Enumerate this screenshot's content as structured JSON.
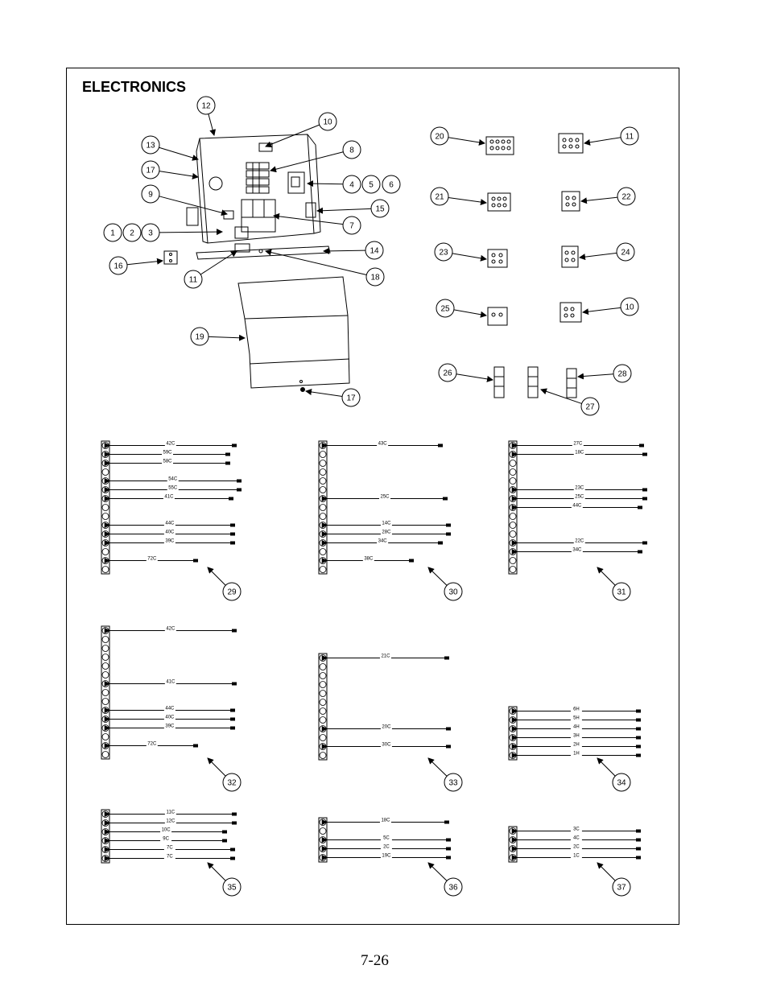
{
  "page": {
    "title": "ELECTRONICS",
    "page_number": "7-26"
  },
  "callouts": {
    "c12": "12",
    "c10a": "10",
    "c13": "13",
    "c8": "8",
    "c17a": "17",
    "c4": "4",
    "c5": "5",
    "c6": "6",
    "c9": "9",
    "c15": "15",
    "c7": "7",
    "c1": "1",
    "c2": "2",
    "c3": "3",
    "c14": "14",
    "c16": "16",
    "c11a": "11",
    "c18": "18",
    "c19": "19",
    "c17b": "17",
    "c20": "20",
    "c11b": "11",
    "c21": "21",
    "c22": "22",
    "c23": "23",
    "c24": "24",
    "c25": "25",
    "c10b": "10",
    "c26": "26",
    "c28": "28",
    "c27": "27"
  },
  "harnesses": [
    {
      "id": "29",
      "label": "29",
      "wires": [
        "42C",
        "59C",
        "58C",
        "54C",
        "55C",
        "41C",
        "44C",
        "40C",
        "39C",
        "72C"
      ]
    },
    {
      "id": "30",
      "label": "30",
      "wires": [
        "43C",
        "25C",
        "14C",
        "28C",
        "34C",
        "38C"
      ]
    },
    {
      "id": "31",
      "label": "31",
      "wires": [
        "27C",
        "18C",
        "23C",
        "25C",
        "44C",
        "22C",
        "34C"
      ]
    },
    {
      "id": "32",
      "label": "32",
      "wires": [
        "42C",
        "41C",
        "44C",
        "40C",
        "39C",
        "72C"
      ]
    },
    {
      "id": "33",
      "label": "33",
      "wires": [
        "21C",
        "20C",
        "30C"
      ]
    },
    {
      "id": "34",
      "label": "34",
      "wires": [
        "6H",
        "5H",
        "4H",
        "3H",
        "2H",
        "1H"
      ]
    },
    {
      "id": "35",
      "label": "35",
      "wires": [
        "11C",
        "12C",
        "10C",
        "9C",
        "7C",
        "7C"
      ]
    },
    {
      "id": "36",
      "label": "36",
      "wires": [
        "18C",
        "5C",
        "2C",
        "19C"
      ]
    },
    {
      "id": "37",
      "label": "37",
      "wires": [
        "3C",
        "4C",
        "2C",
        "1C"
      ]
    }
  ]
}
